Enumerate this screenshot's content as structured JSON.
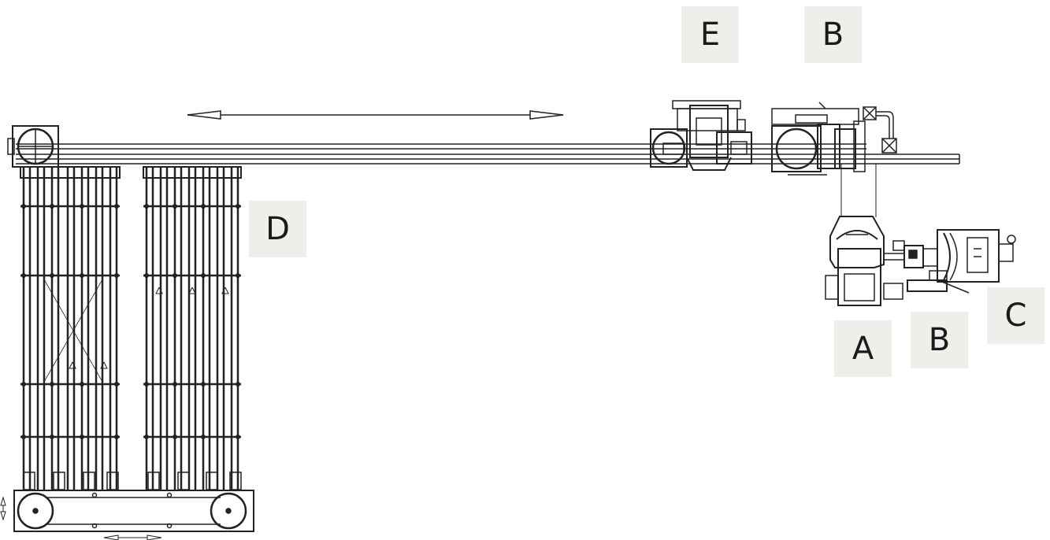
{
  "labels": {
    "e": "E",
    "b_top": "B",
    "d": "D",
    "a": "A",
    "b_bottom": "B",
    "c": "C"
  },
  "colors": {
    "line": "#222222",
    "label_bg": "#eeeeea",
    "label_text": "#1a1a1a"
  }
}
